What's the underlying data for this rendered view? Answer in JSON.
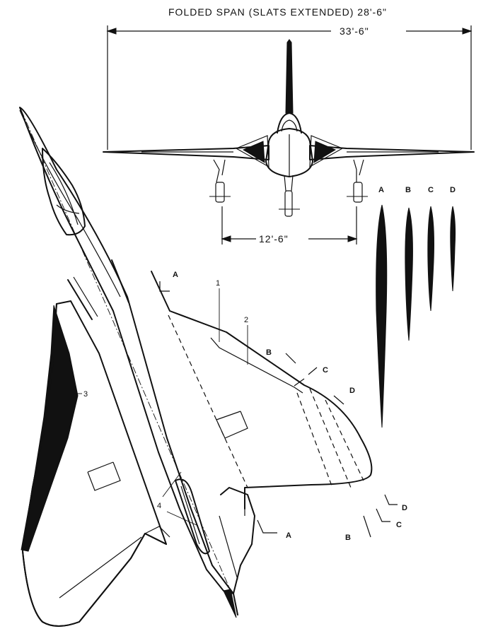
{
  "title": "FOLDED SPAN (SLATS EXTENDED) 28'-6\"",
  "dimensions": {
    "span": "33'-6\"",
    "track": "12'-6\""
  },
  "section_headers": [
    "A",
    "B",
    "C",
    "D"
  ],
  "plan_section_labels": {
    "a_upper": "A",
    "b_upper": "B",
    "c_upper": "C",
    "d_upper": "D",
    "d_lower": "D",
    "c_lower": "C",
    "a_lower": "A",
    "b_lower": "B"
  },
  "callouts": [
    "1",
    "2",
    "3",
    "4"
  ]
}
